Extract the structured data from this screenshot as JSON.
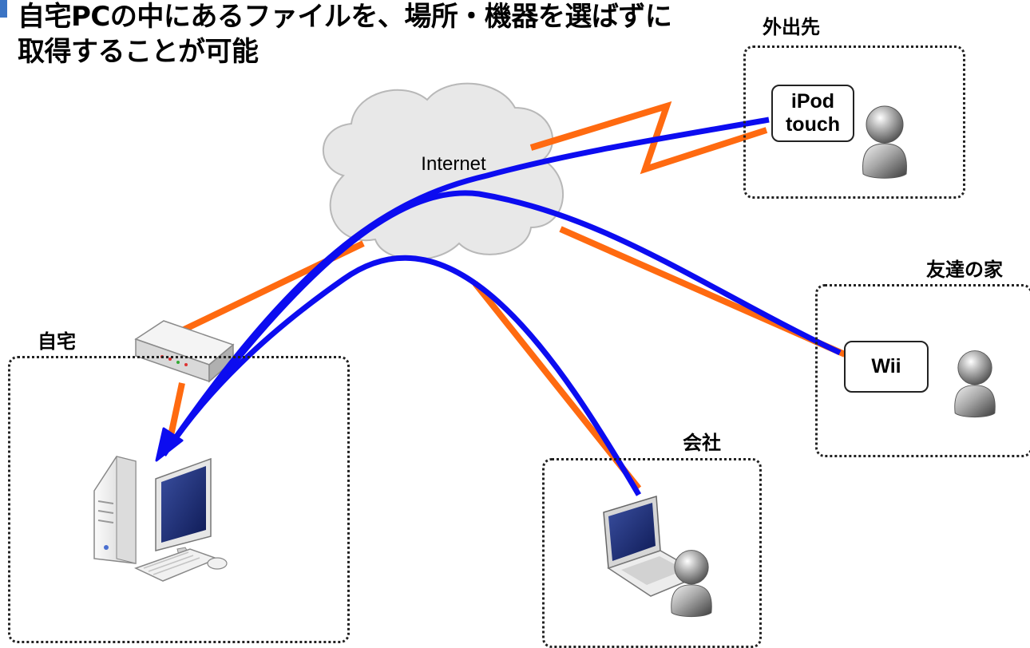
{
  "title": {
    "line1": "自宅PCの中にあるファイルを、場所・機器を選ばずに",
    "line2": "取得することが可能"
  },
  "cloud": {
    "label": "Internet"
  },
  "zones": {
    "outside": {
      "label": "外出先",
      "device": "iPod\ntouch"
    },
    "friend": {
      "label": "友達の家",
      "device": "Wii"
    },
    "office": {
      "label": "会社"
    },
    "home": {
      "label": "自宅"
    }
  },
  "colors": {
    "orange_link": "#ff6a10",
    "blue_path": "#0c0cf0",
    "cloud_fill": "#e8e8e8",
    "accent": "#3b74c4"
  },
  "icons": [
    "router-icon",
    "desktop-pc-icon",
    "laptop-icon",
    "person-icon"
  ]
}
